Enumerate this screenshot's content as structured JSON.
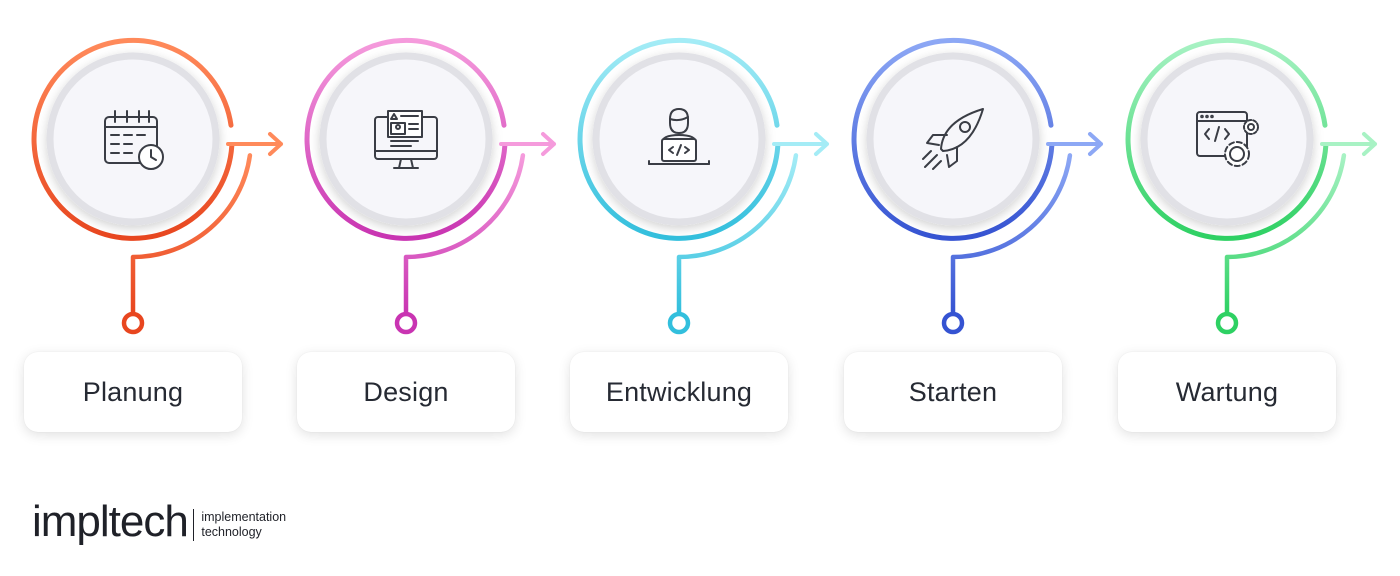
{
  "stages": [
    {
      "label": "Planung",
      "icon": "calendar-clock-icon",
      "colors": [
        "#ff8a5b",
        "#e8461f"
      ]
    },
    {
      "label": "Design",
      "icon": "monitor-design-icon",
      "colors": [
        "#f59bdc",
        "#c934b2"
      ]
    },
    {
      "label": "Entwicklung",
      "icon": "developer-laptop-icon",
      "colors": [
        "#a4ecf6",
        "#32bfdd"
      ]
    },
    {
      "label": "Starten",
      "icon": "rocket-icon",
      "colors": [
        "#8da8f5",
        "#3553d2"
      ]
    },
    {
      "label": "Wartung",
      "icon": "code-window-gears-icon",
      "colors": [
        "#a8f2c4",
        "#2ed163"
      ]
    }
  ],
  "brand": {
    "name": "impltech",
    "tagline_line1": "implementation",
    "tagline_line2": "technology"
  }
}
